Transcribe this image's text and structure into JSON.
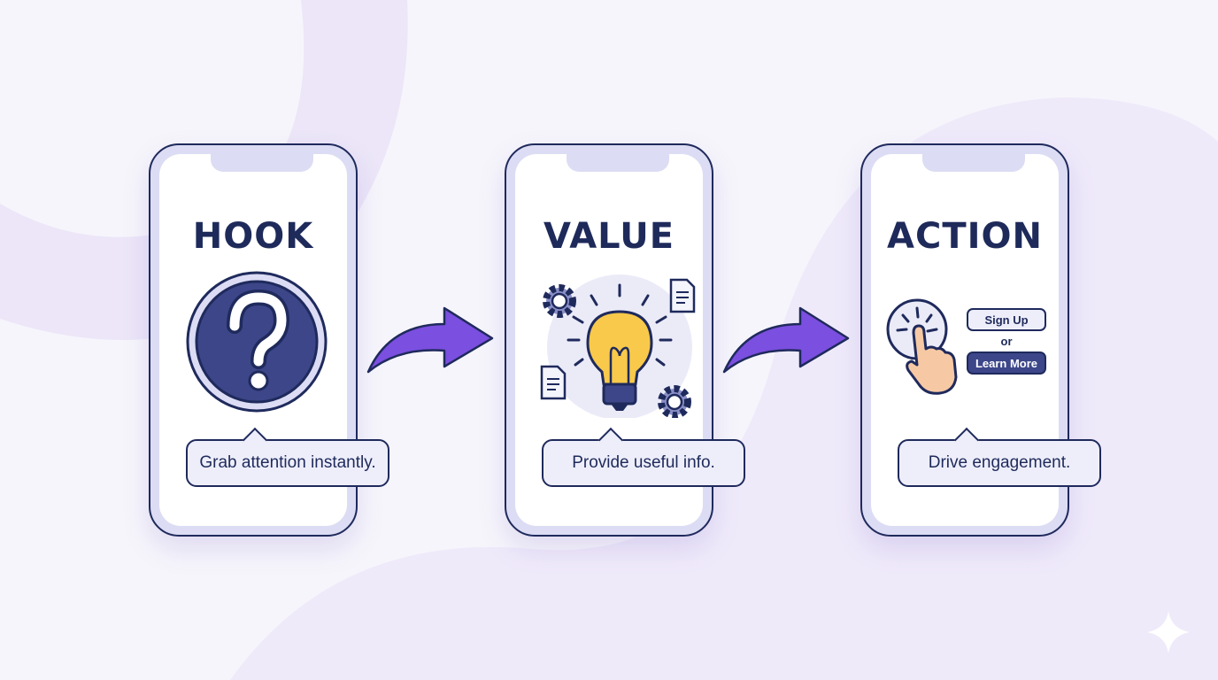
{
  "steps": [
    {
      "title": "HOOK",
      "caption": "Grab attention instantly.",
      "icon": "question-mark-icon"
    },
    {
      "title": "VALUE",
      "caption": "Provide useful info.",
      "icon": "lightbulb-icon"
    },
    {
      "title": "ACTION",
      "caption": "Drive engagement.",
      "icon": "pointing-hand-icon",
      "cta": {
        "primary": "Sign Up",
        "separator": "or",
        "secondary": "Learn More"
      }
    }
  ],
  "colors": {
    "navy": "#1f2a5c",
    "accent": "#7b4fe0",
    "bulb": "#f8c94a",
    "lavender": "#dcdcf4"
  }
}
